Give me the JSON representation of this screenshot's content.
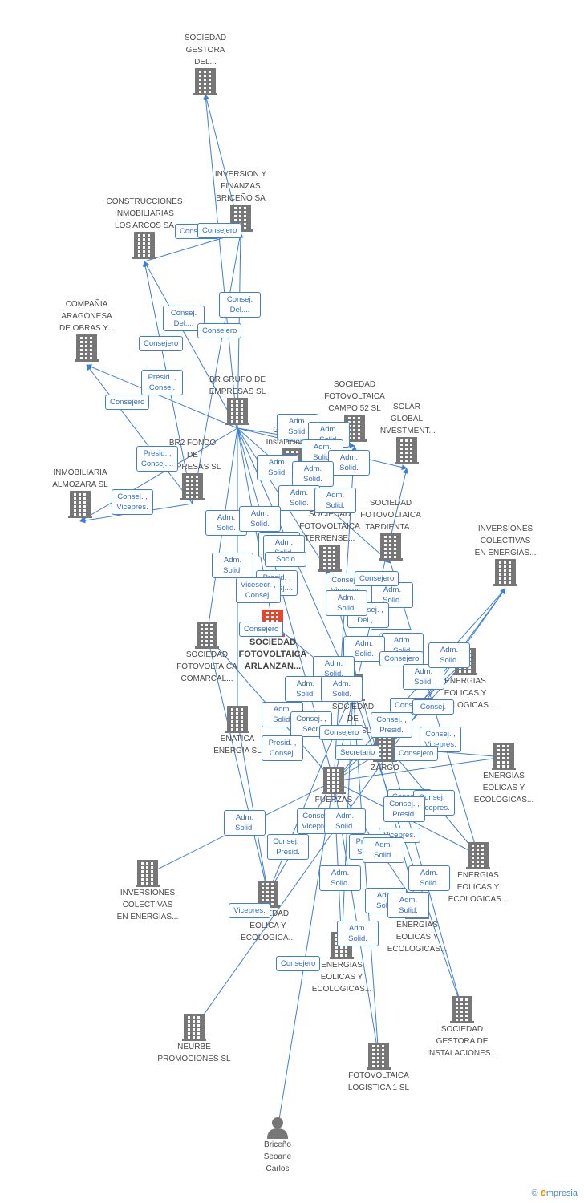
{
  "colors": {
    "edge": "#3d7fd5",
    "building": "#777777",
    "center": "#e8462b",
    "person": "#777777"
  },
  "nodes": [
    {
      "id": "gestora_top",
      "kind": "company",
      "label": "SOCIEDAD\nGESTORA\nDEL..."
    },
    {
      "id": "inversion_finanzas",
      "kind": "company",
      "label": "INVERSION Y\nFINANZAS\nBRICEÑO SA"
    },
    {
      "id": "construcciones",
      "kind": "company",
      "label": "CONSTRUCCIONES\nINMOBILIARIAS\nLOS ARCOS SA"
    },
    {
      "id": "aragonesa",
      "kind": "company",
      "label": "COMPAÑIA\nARAGONESA\nDE OBRAS Y..."
    },
    {
      "id": "br_grupo",
      "kind": "company",
      "label": "BR GRUPO DE\nEMPRESAS SL"
    },
    {
      "id": "campo52",
      "kind": "company",
      "label": "SOCIEDAD\nFOTOVOLTAICA\nCAMPO 52 SL"
    },
    {
      "id": "solar_global",
      "kind": "company",
      "label": "SOLAR\nGLOBAL\nINVESTMENT..."
    },
    {
      "id": "br2_fondo",
      "kind": "company",
      "label": "BR2 FONDO\nDE\nEMPRESAS  SL"
    },
    {
      "id": "almozara",
      "kind": "company",
      "label": "INMOBILIARIA\nALMOZARA SL"
    },
    {
      "id": "gestora_inst",
      "kind": "company",
      "label": "Sociedad\nGestora de\nInstalaciones..."
    },
    {
      "id": "tardienta",
      "kind": "company",
      "label": "SOCIEDAD\nFOTOVOLTAICA TARDIENTA..."
    },
    {
      "id": "terrense",
      "kind": "company",
      "label": "SOCIEDAD\nFOTOVOLTAICA\nTERRENSE..."
    },
    {
      "id": "inv_colectivas_r",
      "kind": "company",
      "label": "INVERSIONES\nCOLECTIVAS\nEN ENERGIAS..."
    },
    {
      "id": "comarcal",
      "kind": "company",
      "label": "SOCIEDAD\nFOTOVOLTAICA\nCOMARCAL..."
    },
    {
      "id": "arlanzan",
      "kind": "center",
      "label": "SOCIEDAD\nFOTOVOLTAICA\nARLANZAN..."
    },
    {
      "id": "energias1",
      "kind": "company",
      "label": "ENERGIAS\nEOLICAS Y\nECOLOGICAS..."
    },
    {
      "id": "enatica",
      "kind": "company",
      "label": "ENATICA\nENERGIA  SL"
    },
    {
      "id": "cadiz",
      "kind": "company",
      "label": "SOCIEDAD\nDE\nCADIZ SL"
    },
    {
      "id": "zargo",
      "kind": "company",
      "label": "ZARGO"
    },
    {
      "id": "energias2",
      "kind": "company",
      "label": "ENERGIAS\nEOLICAS Y\nECOLOGICAS..."
    },
    {
      "id": "fuerzas",
      "kind": "company",
      "label": "FUERZAS"
    },
    {
      "id": "inv_colectivas_l",
      "kind": "company",
      "label": "INVERSIONES\nCOLECTIVAS\nEN ENERGIAS..."
    },
    {
      "id": "energias3",
      "kind": "company",
      "label": "ENERGIAS\nEOLICAS Y\nECOLOGICAS..."
    },
    {
      "id": "eolica",
      "kind": "company",
      "label": "SOCIEDAD\nEOLICA Y\nECOLOGICA..."
    },
    {
      "id": "energias4",
      "kind": "company",
      "label": "ENERGIAS\nEOLICAS Y\nECOLOGICAS..."
    },
    {
      "id": "energias5",
      "kind": "company",
      "label": "ENERGIAS\nEOLICAS Y\nECOLOGICAS..."
    },
    {
      "id": "neurbe",
      "kind": "company",
      "label": "NEURBE\nPROMOCIONES SL"
    },
    {
      "id": "logistica",
      "kind": "company",
      "label": "FOTOVOLTAICA\nLOGISTICA 1 SL"
    },
    {
      "id": "gestora_bottom",
      "kind": "company",
      "label": "SOCIEDAD\nGESTORA DE\nINSTALACIONES..."
    },
    {
      "id": "person",
      "kind": "person",
      "label": "Briceño\nSeoane\nCarlos"
    }
  ],
  "edge_labels": [
    "Consejero",
    "Consejero",
    "Consej.\nDel....",
    "Consej.\nDel....",
    "Consejero",
    "Consejero",
    "Presid. ,\nConsej.",
    "Consejero",
    "Presid. ,\nConsej....",
    "Consej. ,\nVicepres.",
    "Adm.\nSolid.",
    "Adm.\nSolid.",
    "Adm.\nSolid.",
    "Adm.\nSolid.",
    "Adm.\nSolid.",
    "Adm.\nSolid.",
    "Adm.\nSolid.",
    "Adm.\nSolid.",
    "Adm.\nSolid.",
    "Adm.\nSolid.",
    "Adm.\nSolid.",
    "Adm.\nSolid.",
    "Socio",
    "Adm.\nSolid.",
    "Presid. ,\nConsej....",
    "Vicesecr. ,\nConsej.",
    "Consejero",
    "Consej. ,\nVicepres.",
    "Adm.\nSolid.",
    "Consej. ,\nDel.,...",
    "Adm.\nSolid.",
    "Consej.\nDel....",
    "Consejero",
    "Adm.\nSolid.",
    "Adm.\nSolid.",
    "Adm.\nSolid.",
    "Consejero",
    "Adm.\nSolid.",
    "Adm.\nSolid.",
    "Adm.\nSolid.",
    "Adm.\nSolid.",
    "Adm.\nSolid.",
    "Consejero",
    "Consej.",
    "Consej. ,\nSecr.",
    "Consej. ,\nPresid.",
    "Consej. ,\nVicepres.",
    "Consejero",
    "Secretario",
    "Presid. ,\nConsej.",
    "Consejero",
    "Consejero",
    "Consej. ,\nVicepres.",
    "Adm.\nSolid.",
    "Consej. ,\nVicepres.",
    "Adm.\nSolid.",
    "Consej. ,\nPresid.",
    "Vicepres.",
    "Consej. ,\nPresid.",
    "Presid. ,\nSocio...",
    "Adm.\nSolid.",
    "Adm.\nSolid.",
    "Adm.\nSolid.",
    "Adm.\nSolid.",
    "Adm.\nSolid.",
    "Vicepres.",
    "Adm.\nSolid.",
    "Consejero"
  ],
  "footer": {
    "copyright": "©",
    "brand_initial": "e",
    "brand_rest": "mpresia"
  }
}
